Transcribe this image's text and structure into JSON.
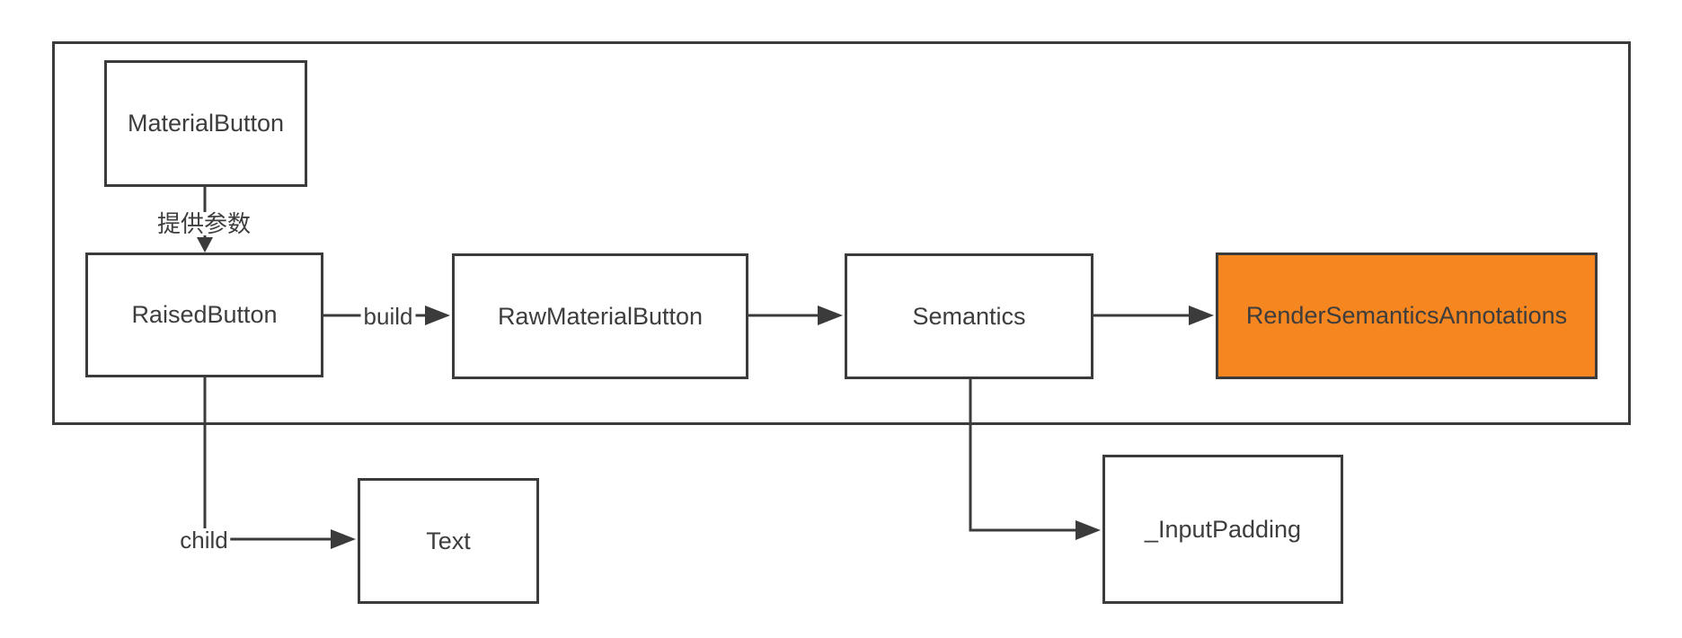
{
  "diagram": {
    "type": "flowchart",
    "nodes": [
      {
        "id": "material-button",
        "label": "MaterialButton",
        "highlighted": false
      },
      {
        "id": "raised-button",
        "label": "RaisedButton",
        "highlighted": false
      },
      {
        "id": "raw-material-button",
        "label": "RawMaterialButton",
        "highlighted": false
      },
      {
        "id": "semantics",
        "label": "Semantics",
        "highlighted": false
      },
      {
        "id": "render-semantics-annotations",
        "label": "RenderSemanticsAnnotations",
        "highlighted": true
      },
      {
        "id": "text",
        "label": "Text",
        "highlighted": false
      },
      {
        "id": "input-padding",
        "label": "_InputPadding",
        "highlighted": false
      }
    ],
    "edges": [
      {
        "from": "material-button",
        "to": "raised-button",
        "label": "提供参数"
      },
      {
        "from": "raised-button",
        "to": "raw-material-button",
        "label": "build"
      },
      {
        "from": "raw-material-button",
        "to": "semantics",
        "label": ""
      },
      {
        "from": "semantics",
        "to": "render-semantics-annotations",
        "label": ""
      },
      {
        "from": "raised-button",
        "to": "text",
        "label": "child"
      },
      {
        "from": "semantics",
        "to": "input-padding",
        "label": ""
      }
    ],
    "colors": {
      "highlight_fill": "#f6861f",
      "box_fill": "#ffffff",
      "border": "#3b3b3b",
      "line": "#3b3b3b",
      "text": "#3d3d3d"
    }
  }
}
